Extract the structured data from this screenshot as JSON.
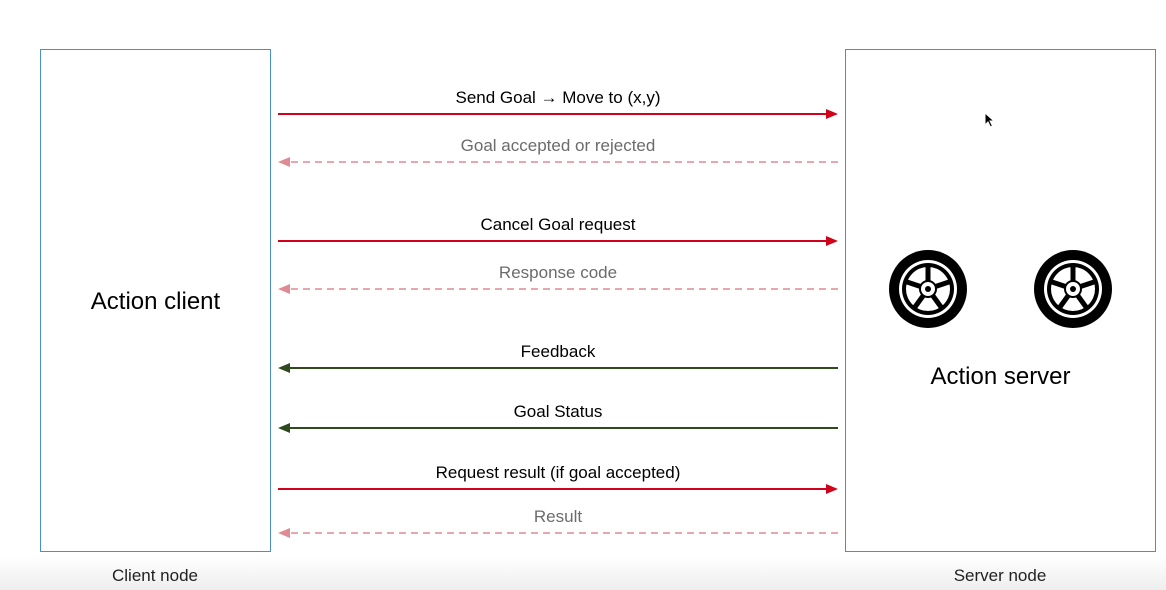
{
  "client": {
    "title": "Action client",
    "node_label": "Client node"
  },
  "server": {
    "title": "Action server",
    "node_label": "Server node"
  },
  "colors": {
    "request": "#d0021b",
    "response_faint": "#e08a93",
    "feedback": "#2e4a1e",
    "box_border": "#4a90c8"
  },
  "messages": [
    {
      "label": "Send Goal → Move to (x,y)",
      "direction": "client-to-server",
      "style": "solid",
      "color": "request"
    },
    {
      "label": "Goal accepted or rejected",
      "direction": "server-to-client",
      "style": "dashed",
      "color": "response_faint"
    },
    {
      "label": "Cancel Goal request",
      "direction": "client-to-server",
      "style": "solid",
      "color": "request"
    },
    {
      "label": "Response code",
      "direction": "server-to-client",
      "style": "dashed",
      "color": "response_faint"
    },
    {
      "label": "Feedback",
      "direction": "server-to-client",
      "style": "solid",
      "color": "feedback"
    },
    {
      "label": "Goal Status",
      "direction": "server-to-client",
      "style": "solid",
      "color": "feedback"
    },
    {
      "label": "Request result (if goal accepted)",
      "direction": "client-to-server",
      "style": "solid",
      "color": "request"
    },
    {
      "label": "Result",
      "direction": "server-to-client",
      "style": "dashed",
      "color": "response_faint"
    }
  ],
  "icons": {
    "wheel": "wheel-icon",
    "cursor": "mouse-pointer-icon"
  }
}
